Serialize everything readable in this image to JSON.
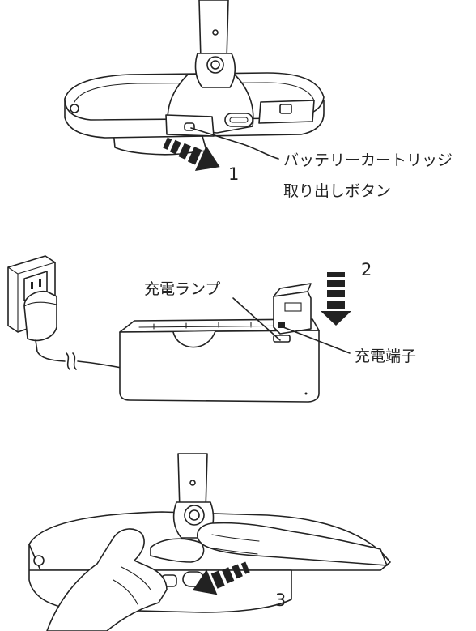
{
  "step1": {
    "number": "1",
    "label_line1": "バッテリーカートリッジ",
    "label_line2": "取り出しボタン"
  },
  "step2": {
    "number": "2",
    "lamp_label": "充電ランプ",
    "terminal_label": "充電端子"
  },
  "step3": {
    "number": "3"
  },
  "colors": {
    "line": "#222222",
    "background": "#ffffff"
  }
}
